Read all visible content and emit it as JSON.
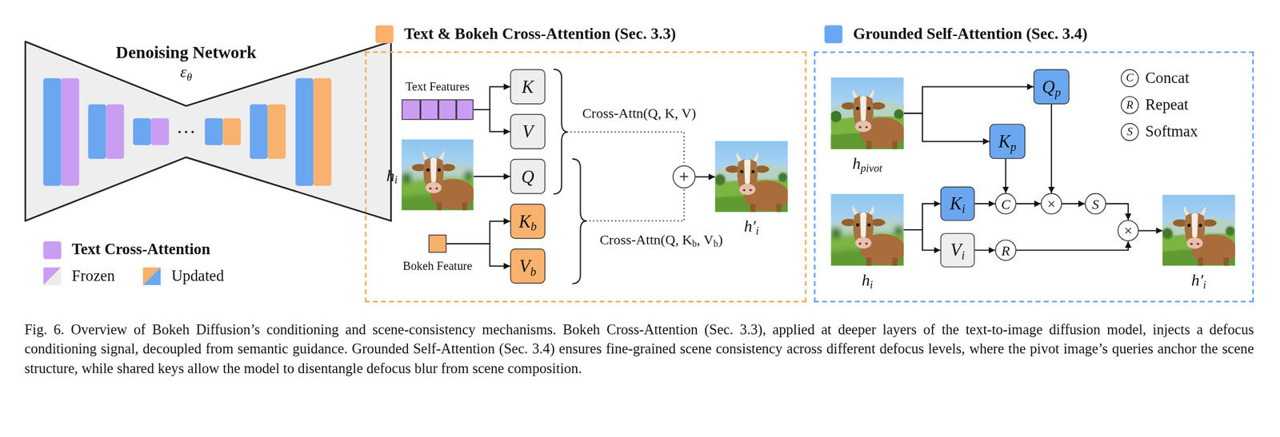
{
  "diagram": {
    "caption": "Fig. 6. Overview of Bokeh Diffusion’s conditioning and scene-consistency mechanisms. Bokeh Cross-Attention (Sec. 3.3), applied at deeper layers of the text-to-image diffusion model, injects a defocus conditioning signal, decoupled from semantic guidance. Grounded Self-Attention (Sec. 3.4) ensures fine-grained scene consistency across different defocus levels, where the pivot image’s queries anchor the scene structure, while shared keys allow the model to disentangle defocus blur from scene composition.",
    "nodes": [
      {
        "text": [
          "Denoising Network",
          "ε",
          "θ"
        ]
      },
      {
        "text": [
          "Text & Bokeh Cross-Attention (Sec. 3.3)"
        ]
      },
      {
        "text": [
          "Text Features"
        ],
        "in": 1
      },
      {
        "text": [
          "h",
          "i"
        ],
        "in": 1
      },
      {
        "text": [
          "Bokeh Feature"
        ],
        "in": 1
      },
      {
        "text": [
          "K"
        ],
        "in": 1
      },
      {
        "text": [
          "V"
        ],
        "in": 1
      },
      {
        "text": [
          "Q"
        ],
        "in": 1
      },
      {
        "text": [
          "K",
          "b"
        ],
        "in": 1
      },
      {
        "text": [
          "V",
          "b"
        ],
        "in": 1
      },
      {
        "text": [
          "+"
        ],
        "in": 1
      },
      {
        "text": [
          "h′",
          "i"
        ],
        "in": 1
      },
      {
        "text": [
          "Grounded Self-Attention (Sec. 3.4)"
        ]
      },
      {
        "text": [
          "h",
          "pivot"
        ],
        "in": 12
      },
      {
        "text": [
          "h",
          "i"
        ],
        "in": 12
      },
      {
        "text": [
          "Q",
          "p"
        ],
        "in": 12
      },
      {
        "text": [
          "K",
          "p"
        ],
        "in": 12
      },
      {
        "text": [
          "K",
          "i"
        ],
        "in": 12
      },
      {
        "text": [
          "V",
          "i"
        ],
        "in": 12
      },
      {
        "text": [
          "C"
        ],
        "in": 12
      },
      {
        "text": [
          "×"
        ],
        "in": 12
      },
      {
        "text": [
          "S"
        ],
        "in": 12
      },
      {
        "text": [
          "×"
        ],
        "in": 12
      },
      {
        "text": [
          "R"
        ],
        "in": 12
      },
      {
        "text": [
          "h′",
          "i"
        ],
        "in": 12
      }
    ],
    "edges": [
      {
        "from": 2,
        "to": 5,
        "arrow": "to"
      },
      {
        "from": 2,
        "to": 6,
        "arrow": "to"
      },
      {
        "from": 3,
        "to": 7,
        "arrow": "to"
      },
      {
        "from": 4,
        "to": 8,
        "arrow": "to"
      },
      {
        "from": 4,
        "to": 9,
        "arrow": "to"
      },
      {
        "from": 10,
        "to": 11,
        "arrow": "to"
      },
      {
        "from": 13,
        "to": 15,
        "arrow": "to"
      },
      {
        "from": 13,
        "to": 16,
        "arrow": "to"
      },
      {
        "from": 16,
        "to": 19,
        "arrow": "to"
      },
      {
        "from": 15,
        "to": 20,
        "arrow": "to"
      },
      {
        "from": 14,
        "to": 17,
        "arrow": "to"
      },
      {
        "from": 14,
        "to": 18,
        "arrow": "to"
      },
      {
        "from": 17,
        "to": 19,
        "arrow": "to"
      },
      {
        "from": 19,
        "to": 20,
        "arrow": "to"
      },
      {
        "from": 20,
        "to": 21,
        "arrow": "to"
      },
      {
        "from": 21,
        "to": 22,
        "arrow": "to"
      },
      {
        "from": 18,
        "to": 23,
        "arrow": "to"
      },
      {
        "from": 23,
        "to": 22,
        "arrow": "to"
      },
      {
        "from": 22,
        "to": 24,
        "arrow": "to"
      }
    ],
    "labels": [
      "Cross-Attn(Q, K, V)",
      "Cross-Attn(Q, K",
      "b",
      ", V",
      "b",
      ")",
      "C",
      "R",
      "S"
    ],
    "legend": [
      {
        "text": "Text Cross-Attention",
        "color": "#c99ef2"
      },
      {
        "text": "Frozen"
      },
      {
        "text": "Updated"
      },
      {
        "text": "Concat"
      },
      {
        "text": "Repeat"
      },
      {
        "text": "Softmax"
      }
    ]
  }
}
